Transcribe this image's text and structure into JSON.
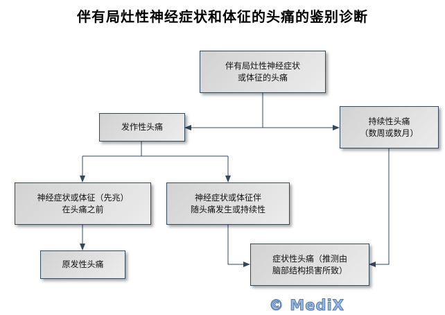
{
  "title": "伴有局灶性神经症状和体征的头痛的鉴别诊断",
  "nodes": {
    "root": [
      "伴有局灶性神经症状",
      "或体征的头痛"
    ],
    "episodic": [
      "发作性头痛"
    ],
    "persistent": [
      "持续性头痛",
      "（数周或数月）"
    ],
    "preceding": [
      "神经症状或体征（先兆）",
      "在头痛之前"
    ],
    "concomitant": [
      "神经症状或体征伴",
      "随头痛发生或持续性"
    ],
    "primary": [
      "原发性头痛"
    ],
    "symptomatic": [
      "症状性头痛（推测由",
      "脑部结构损害所致）"
    ]
  },
  "watermark": "© MediX",
  "colors": {
    "line": "#33475e",
    "box_border": "#33475e"
  }
}
